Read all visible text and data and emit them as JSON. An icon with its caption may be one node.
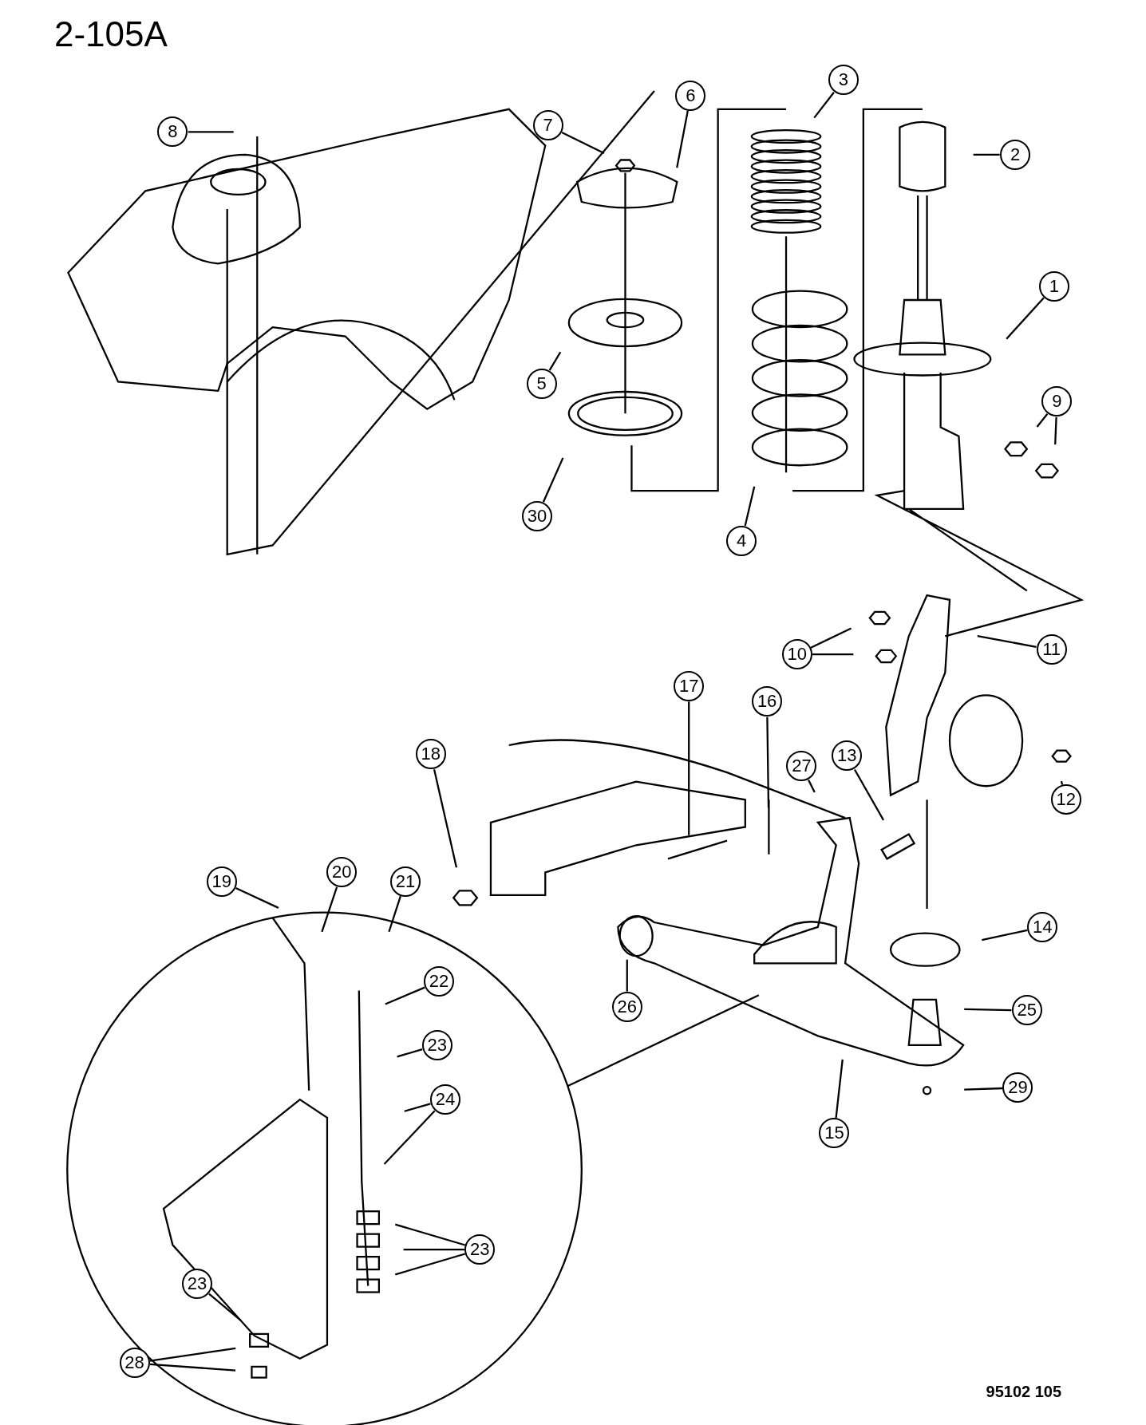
{
  "diagram": {
    "title": "2-105A",
    "nodes": [
      {
        "text": [
          "3"
        ]
      },
      {
        "text": [
          "6"
        ]
      },
      {
        "text": [
          "7"
        ]
      },
      {
        "text": [
          "8"
        ]
      },
      {
        "text": [
          "2"
        ]
      },
      {
        "text": [
          "1"
        ]
      },
      {
        "text": [
          "5"
        ]
      },
      {
        "text": [
          "9"
        ]
      },
      {
        "text": [
          "30"
        ]
      },
      {
        "text": [
          "4"
        ]
      },
      {
        "text": [
          "11"
        ]
      },
      {
        "text": [
          "10"
        ]
      },
      {
        "text": [
          "17"
        ]
      },
      {
        "text": [
          "16"
        ]
      },
      {
        "text": [
          "18"
        ]
      },
      {
        "text": [
          "13"
        ]
      },
      {
        "text": [
          "27"
        ]
      },
      {
        "text": [
          "12"
        ]
      },
      {
        "text": [
          "20"
        ]
      },
      {
        "text": [
          "19"
        ]
      },
      {
        "text": [
          "21"
        ]
      },
      {
        "text": [
          "14"
        ]
      },
      {
        "text": [
          "22"
        ]
      },
      {
        "text": [
          "26"
        ]
      },
      {
        "text": [
          "25"
        ]
      },
      {
        "text": [
          "23"
        ]
      },
      {
        "text": [
          "29"
        ]
      },
      {
        "text": [
          "24"
        ]
      },
      {
        "text": [
          "15"
        ]
      },
      {
        "text": [
          "23"
        ]
      },
      {
        "text": [
          "23"
        ]
      },
      {
        "text": [
          "28"
        ]
      }
    ],
    "edges": [
      {
        "from": 0,
        "to": null,
        "arrow": "none"
      },
      {
        "from": 1,
        "to": null,
        "arrow": "none"
      },
      {
        "from": 2,
        "to": null,
        "arrow": "none"
      },
      {
        "from": 3,
        "to": null,
        "arrow": "none"
      },
      {
        "from": 4,
        "to": null,
        "arrow": "none"
      },
      {
        "from": 5,
        "to": null,
        "arrow": "none"
      },
      {
        "from": 6,
        "to": null,
        "arrow": "none"
      },
      {
        "from": 7,
        "to": null,
        "arrow": "none"
      },
      {
        "from": 7,
        "to": null,
        "arrow": "none"
      },
      {
        "from": 8,
        "to": null,
        "arrow": "none"
      },
      {
        "from": 9,
        "to": null,
        "arrow": "none"
      },
      {
        "from": 10,
        "to": null,
        "arrow": "none"
      },
      {
        "from": 11,
        "to": null,
        "arrow": "none"
      },
      {
        "from": 11,
        "to": null,
        "arrow": "none"
      },
      {
        "from": 12,
        "to": null,
        "arrow": "none"
      },
      {
        "from": 13,
        "to": null,
        "arrow": "none"
      },
      {
        "from": 14,
        "to": null,
        "arrow": "none"
      },
      {
        "from": 15,
        "to": null,
        "arrow": "none"
      },
      {
        "from": 16,
        "to": null,
        "arrow": "none"
      },
      {
        "from": 17,
        "to": null,
        "arrow": "none"
      },
      {
        "from": 18,
        "to": null,
        "arrow": "none"
      },
      {
        "from": 19,
        "to": null,
        "arrow": "none"
      },
      {
        "from": 20,
        "to": null,
        "arrow": "none"
      },
      {
        "from": 21,
        "to": null,
        "arrow": "none"
      },
      {
        "from": 22,
        "to": null,
        "arrow": "none"
      },
      {
        "from": 23,
        "to": null,
        "arrow": "none"
      },
      {
        "from": 24,
        "to": null,
        "arrow": "none"
      },
      {
        "from": 25,
        "to": null,
        "arrow": "none"
      },
      {
        "from": 26,
        "to": null,
        "arrow": "none"
      },
      {
        "from": 27,
        "to": null,
        "arrow": "none"
      },
      {
        "from": 27,
        "to": null,
        "arrow": "none"
      },
      {
        "from": 28,
        "to": null,
        "arrow": "none"
      },
      {
        "from": 29,
        "to": null,
        "arrow": "none"
      },
      {
        "from": 29,
        "to": null,
        "arrow": "none"
      },
      {
        "from": 29,
        "to": null,
        "arrow": "none"
      },
      {
        "from": 30,
        "to": null,
        "arrow": "none"
      },
      {
        "from": 31,
        "to": null,
        "arrow": "none"
      },
      {
        "from": 31,
        "to": null,
        "arrow": "none"
      }
    ],
    "labels": [
      "95102 105"
    ]
  }
}
